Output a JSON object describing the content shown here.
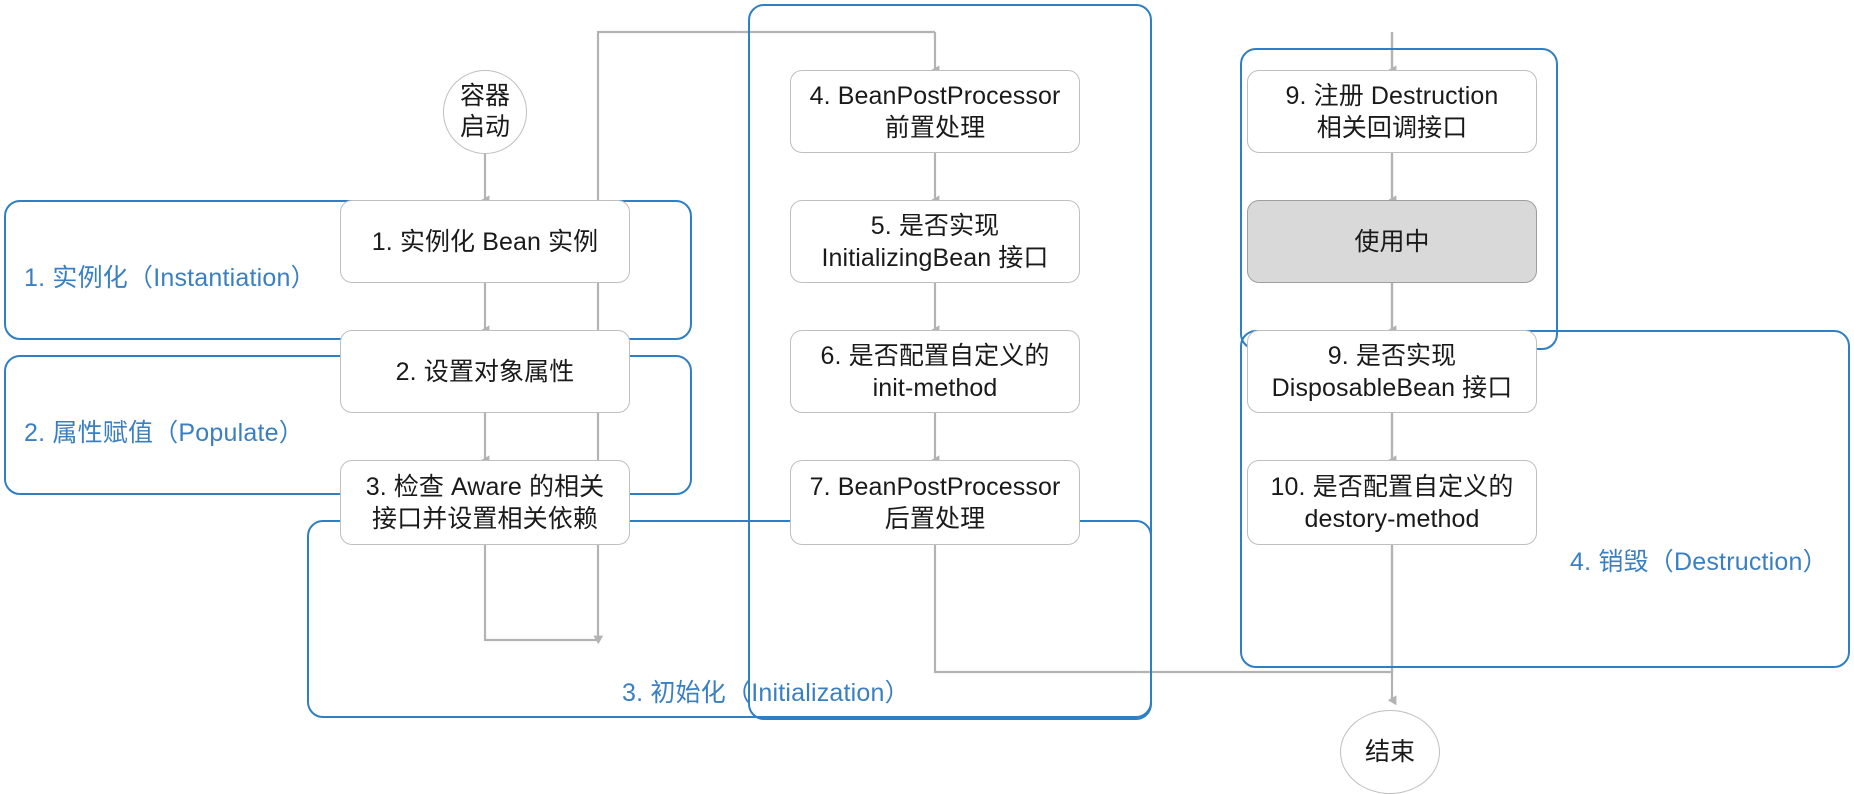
{
  "diagram": {
    "title": "Spring Bean Lifecycle",
    "colors": {
      "group_border": "#2f7fc4",
      "group_label": "#3a7fc1",
      "node_border": "#bfbfbf",
      "node_fill": "#ffffff",
      "node_fill_active": "#d9d9d9",
      "connector": "#b3b3b3",
      "text": "#1a1a1a",
      "background": "#ffffff"
    },
    "terminators": [
      {
        "id": "start",
        "label": "容器\n启动"
      },
      {
        "id": "end",
        "label": "结束"
      }
    ],
    "groups": [
      {
        "id": "g1",
        "label": "1. 实例化（Instantiation）"
      },
      {
        "id": "g2",
        "label": "2. 属性赋值（Populate）"
      },
      {
        "id": "g3",
        "label": "3. 初始化（Initialization）"
      },
      {
        "id": "g4",
        "label": "4. 销毁（Destruction）"
      }
    ],
    "nodes": [
      {
        "id": "n1",
        "label": "1. 实例化 Bean 实例",
        "group": "g1",
        "filled": false
      },
      {
        "id": "n2",
        "label": "2. 设置对象属性",
        "group": "g2",
        "filled": false
      },
      {
        "id": "n3",
        "label": "3. 检查 Aware 的相关\n接口并设置相关依赖",
        "group": "g3",
        "filled": false
      },
      {
        "id": "n4",
        "label": "4. BeanPostProcessor\n前置处理",
        "group": "g3",
        "filled": false
      },
      {
        "id": "n5",
        "label": "5. 是否实现\nInitializingBean 接口",
        "group": "g3",
        "filled": false
      },
      {
        "id": "n6",
        "label": "6. 是否配置自定义的\ninit-method",
        "group": "g3",
        "filled": false
      },
      {
        "id": "n7",
        "label": "7. BeanPostProcessor\n后置处理",
        "group": "g3",
        "filled": false
      },
      {
        "id": "n9a",
        "label": "9. 注册 Destruction\n相关回调接口",
        "group": "g4",
        "filled": false
      },
      {
        "id": "nuse",
        "label": "使用中",
        "group": "g4",
        "filled": true
      },
      {
        "id": "n9b",
        "label": "9. 是否实现\nDisposableBean 接口",
        "group": "g4",
        "filled": false
      },
      {
        "id": "n10",
        "label": "10. 是否配置自定义的\ndestory-method",
        "group": "g4",
        "filled": false
      }
    ],
    "edges": [
      {
        "from": "start",
        "to": "n1"
      },
      {
        "from": "n1",
        "to": "n2"
      },
      {
        "from": "n2",
        "to": "n3"
      },
      {
        "from": "n3",
        "to": "n4"
      },
      {
        "from": "n4",
        "to": "n5"
      },
      {
        "from": "n5",
        "to": "n6"
      },
      {
        "from": "n6",
        "to": "n7"
      },
      {
        "from": "n7",
        "to": "n9a"
      },
      {
        "from": "n9a",
        "to": "nuse"
      },
      {
        "from": "nuse",
        "to": "n9b"
      },
      {
        "from": "n9b",
        "to": "n10"
      },
      {
        "from": "n10",
        "to": "end"
      }
    ]
  }
}
